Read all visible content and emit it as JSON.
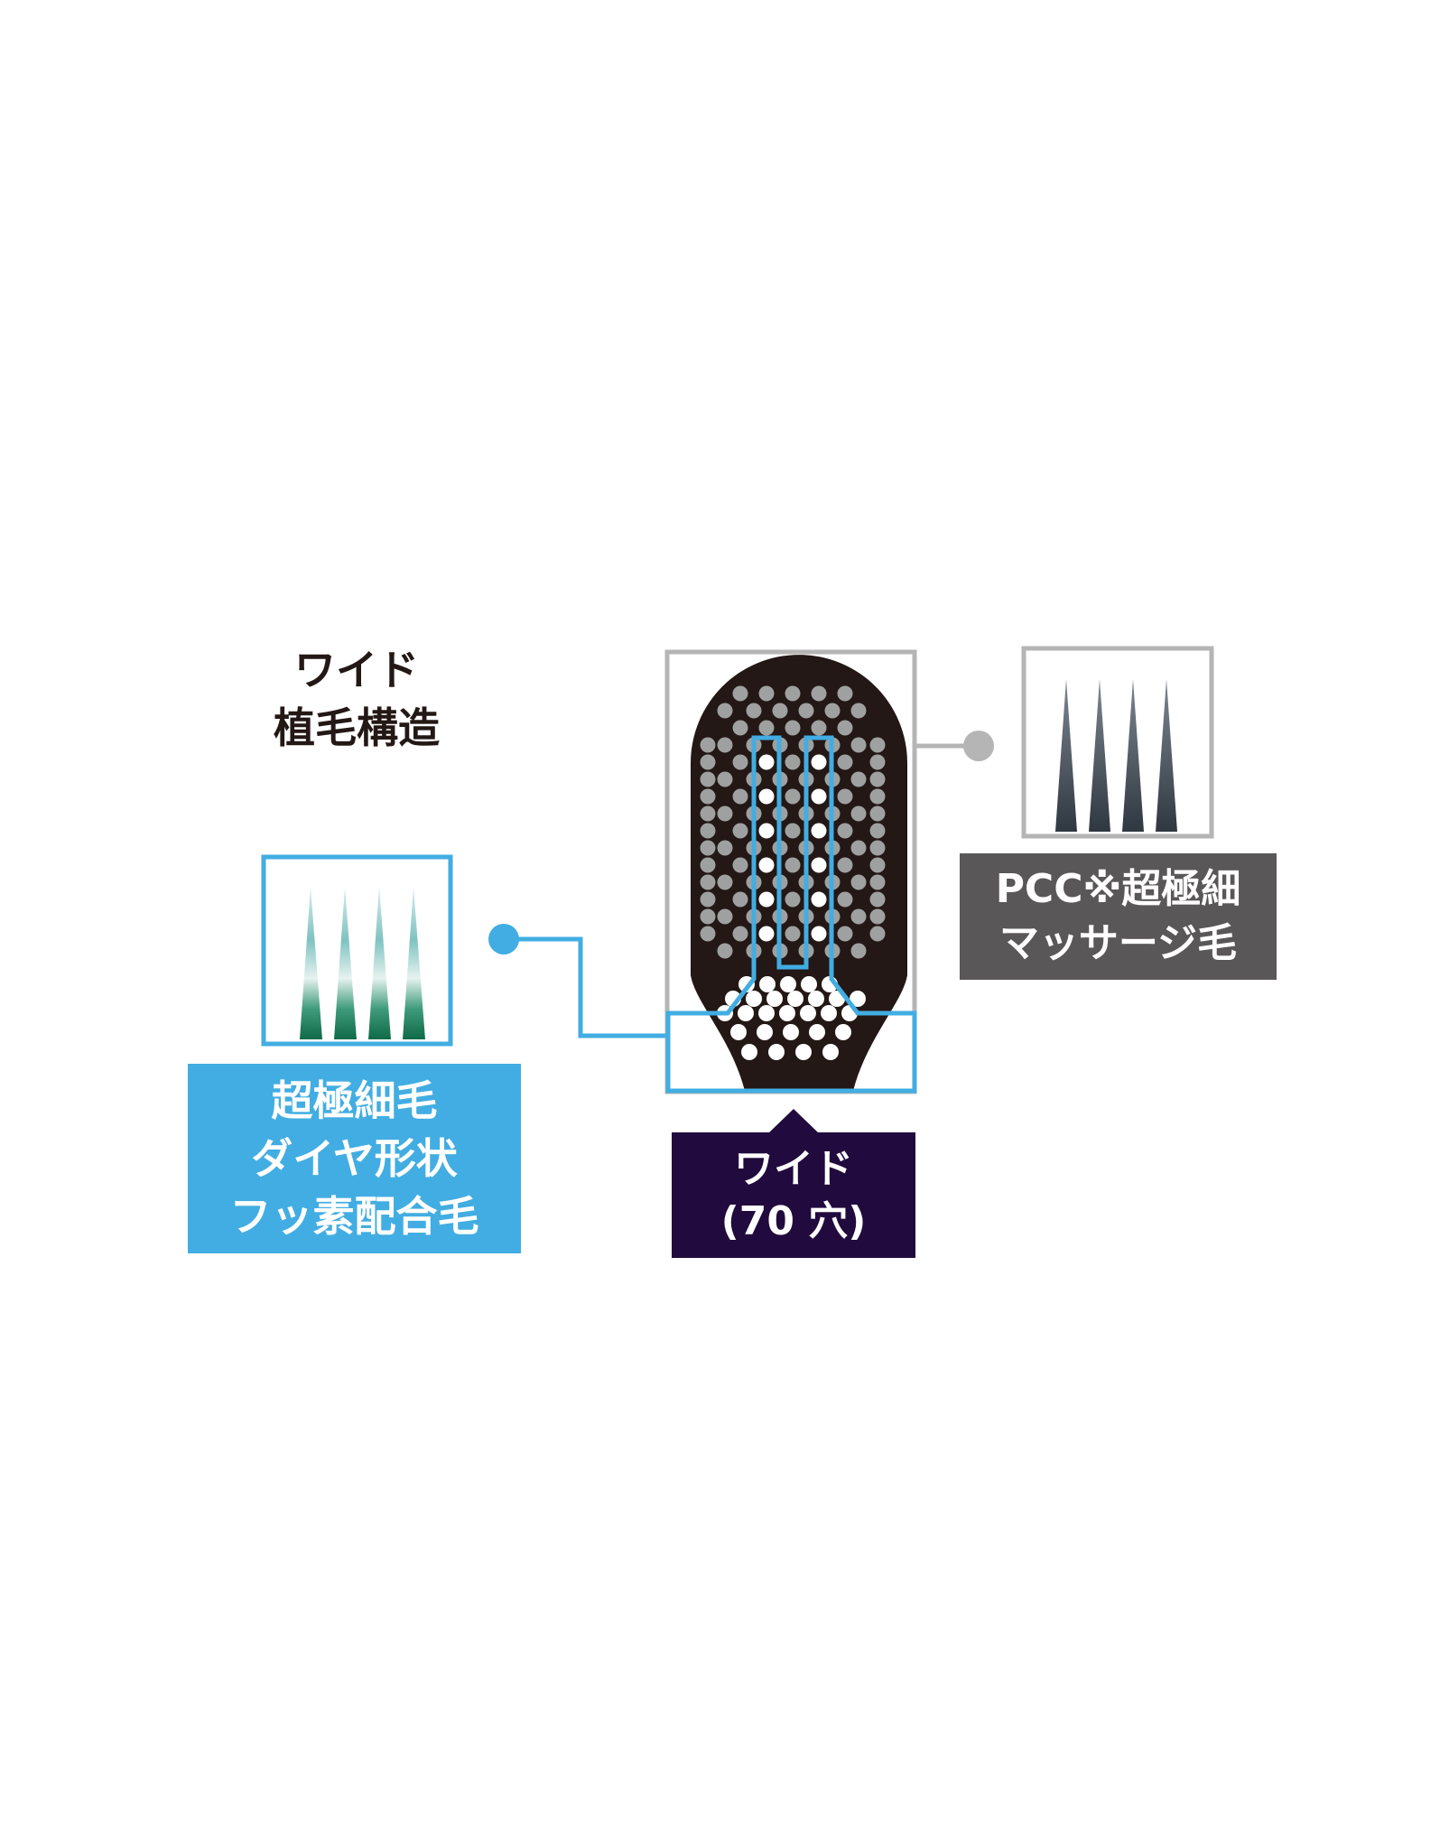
{
  "heading": {
    "line1": "ワイド",
    "line2": "植毛構造"
  },
  "blue_label": {
    "line1": "超極細毛",
    "line2": "ダイヤ形状",
    "line3": "フッ素配合毛"
  },
  "purple_label": {
    "line1": "ワイド",
    "line2": "(70 穴)"
  },
  "gray_label": {
    "line1": "PCC※超極細",
    "line2": "マッサージ毛"
  },
  "icons": {
    "brush_head": "brush-head-icon",
    "blue_bristles": "diamond-bristle-icon",
    "gray_bristles": "massage-bristle-icon"
  },
  "colors": {
    "accent_blue": "#42ade2",
    "label_purple": "#210a3d",
    "label_gray": "#595757",
    "frame_gray": "#b5b5b6",
    "brush_dark": "#231815",
    "hole_gray": "#9fa0a0",
    "hole_white": "#ffffff",
    "text_dark": "#231815"
  }
}
